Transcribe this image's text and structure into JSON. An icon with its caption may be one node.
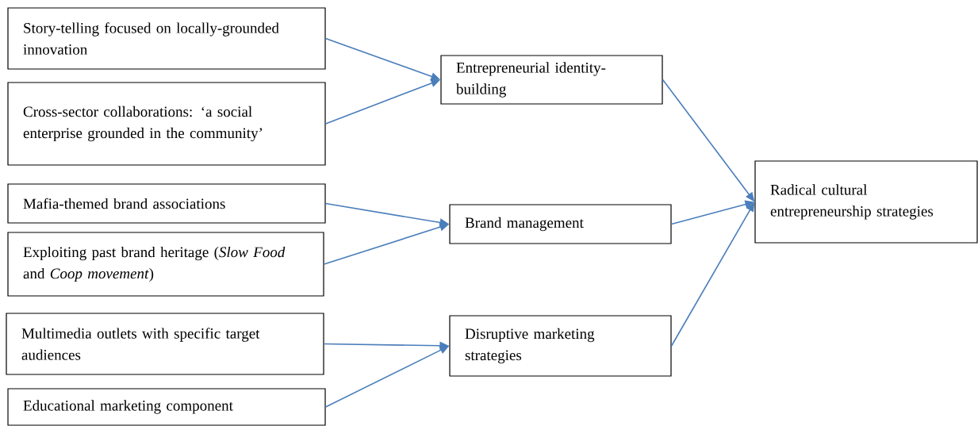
{
  "diagram": {
    "nodes": [
      {
        "text": [
          "Story-telling focused on locally-grounded innovation"
        ]
      },
      {
        "text": [
          "Cross-sector collaborations: ‘a social enterprise grounded in the community’"
        ]
      },
      {
        "text": [
          "Mafia-themed brand associations"
        ]
      },
      {
        "text": [
          "Exploiting past brand heritage (*Slow Food* and *Coop movement*)"
        ]
      },
      {
        "text": [
          "Multimedia outlets with specific target audiences"
        ]
      },
      {
        "text": [
          "Educational marketing component"
        ]
      },
      {
        "text": [
          "Entrepreneurial identity-building"
        ]
      },
      {
        "text": [
          "Brand management"
        ]
      },
      {
        "text": [
          "Disruptive marketing strategies"
        ]
      },
      {
        "text": [
          "Radical cultural entrepreneurship strategies"
        ]
      }
    ],
    "edges": [
      {
        "from": 0,
        "to": 6,
        "arrow": "to"
      },
      {
        "from": 1,
        "to": 6,
        "arrow": "to"
      },
      {
        "from": 2,
        "to": 7,
        "arrow": "to"
      },
      {
        "from": 3,
        "to": 7,
        "arrow": "to"
      },
      {
        "from": 4,
        "to": 8,
        "arrow": "to"
      },
      {
        "from": 5,
        "to": 8,
        "arrow": "to"
      },
      {
        "from": 6,
        "to": 9,
        "arrow": "to"
      },
      {
        "from": 7,
        "to": 9,
        "arrow": "to"
      },
      {
        "from": 8,
        "to": 9,
        "arrow": "to"
      }
    ]
  }
}
